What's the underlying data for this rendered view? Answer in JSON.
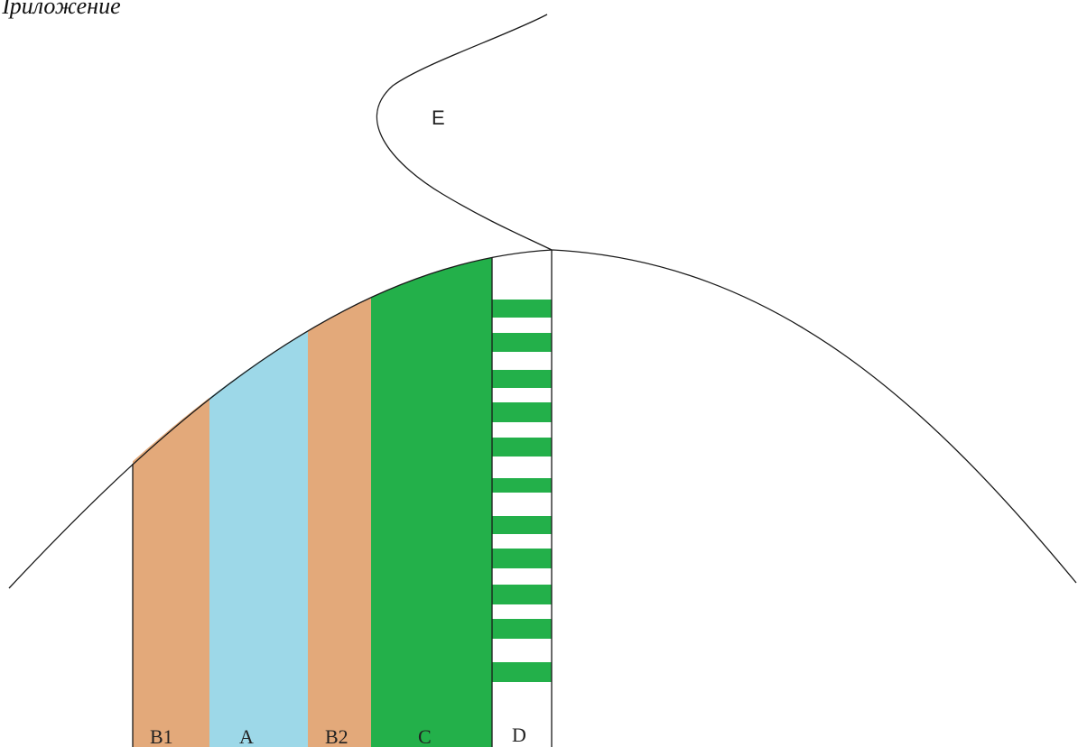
{
  "heading": "Приложение",
  "zones": {
    "b1": {
      "label": "B1",
      "color": "#e3a97a"
    },
    "a": {
      "label": "A",
      "color": "#9dd8e8"
    },
    "b2": {
      "label": "B2",
      "color": "#e3a97a"
    },
    "c": {
      "label": "C",
      "color": "#23b04a"
    },
    "d": {
      "label": "D",
      "color": "#ffffff",
      "stripe_color": "#23b04a"
    }
  },
  "curve_label": "E",
  "line_color": "#1a1a1a"
}
